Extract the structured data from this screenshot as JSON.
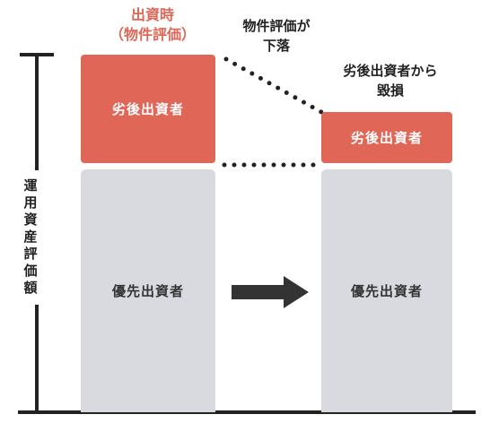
{
  "diagram": {
    "left_title_line1": "出資時",
    "left_title_line2": "（物件評価）",
    "drop_note_line1": "物件評価が",
    "drop_note_line2": "下落",
    "loss_note_line1": "劣後出資者から",
    "loss_note_line2": "毀損",
    "axis_label": "運用資産評価額",
    "left_junior_label": "劣後出資者",
    "left_senior_label": "優先出資者",
    "right_junior_label": "劣後出資者",
    "right_senior_label": "優先出資者",
    "arrow_icon": "right-arrow",
    "colors": {
      "junior": "#e06657",
      "senior": "#d9dadf",
      "axis": "#222222"
    }
  }
}
